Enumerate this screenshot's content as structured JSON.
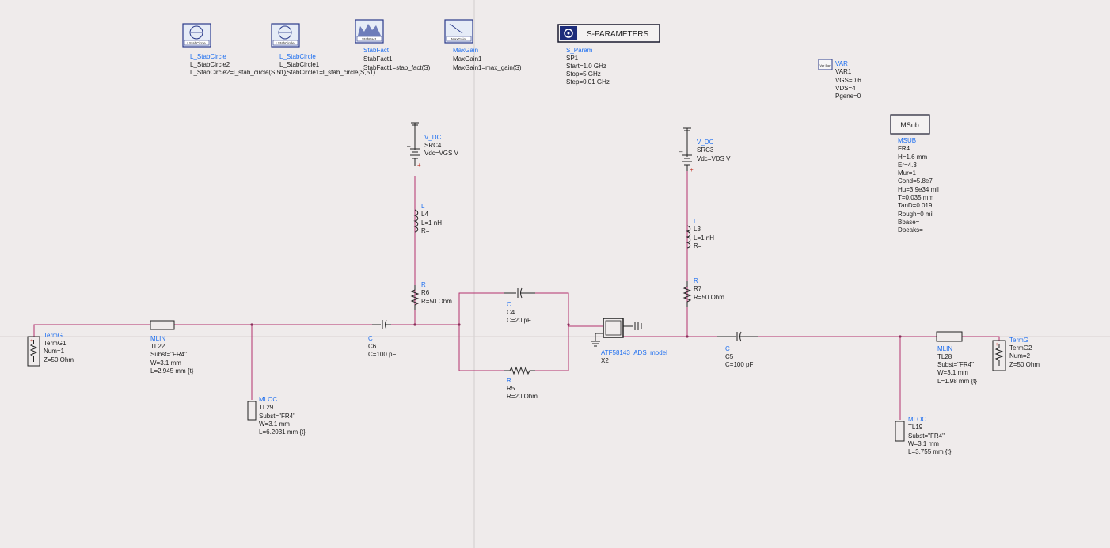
{
  "colors": {
    "background": "#efebeb",
    "wire": "#b3306e",
    "type_text": "#1e6ff0",
    "param_text": "#1a1a1a"
  },
  "blocks": {
    "lstab2": {
      "icon_label": "LStabCircle",
      "type": "L_StabCircle",
      "lines": [
        "L_StabCircle2",
        "L_StabCircle2=l_stab_circle(S,51)"
      ]
    },
    "lstab1": {
      "icon_label": "LStabCircle",
      "type": "L_StabCircle",
      "lines": [
        "L_StabCircle1",
        "L_StabCircle1=l_stab_circle(S,51)"
      ]
    },
    "stabfact": {
      "icon_label": "StabFact",
      "type": "StabFact",
      "lines": [
        "StabFact1",
        "StabFact1=stab_fact(S)"
      ]
    },
    "maxgain": {
      "icon_label": "MaxGain",
      "type": "MaxGain",
      "lines": [
        "MaxGain1",
        "MaxGain1=max_gain(S)"
      ]
    },
    "sparam": {
      "banner": "S-PARAMETERS",
      "type": "S_Param",
      "lines": [
        "SP1",
        "Start=1.0 GHz",
        "Stop=5 GHz",
        "Step=0.01 GHz"
      ]
    },
    "var": {
      "icon_label": "Var Eqn",
      "type": "VAR",
      "lines": [
        "VAR1",
        "VGS=0.6",
        "VDS=4",
        "Pgene=0"
      ]
    },
    "msub": {
      "box_label": "MSub",
      "type": "MSUB",
      "lines": [
        "FR4",
        "H=1.6 mm",
        "Er=4.3",
        "Mur=1",
        "Cond=5.8e7",
        "Hu=3.9e34 mil",
        "T=0.035 mm",
        "TanD=0.019",
        "Rough=0 mil",
        "Bbase=",
        "Dpeaks="
      ]
    }
  },
  "components": {
    "termg1": {
      "type": "TermG",
      "lines": [
        "TermG1",
        "Num=1",
        "Z=50 Ohm"
      ]
    },
    "tl22": {
      "type": "MLIN",
      "lines": [
        "TL22",
        "Subst=\"FR4\"",
        "W=3.1 mm",
        "L=2.945 mm {t}"
      ]
    },
    "tl29": {
      "type": "MLOC",
      "lines": [
        "TL29",
        "Subst=\"FR4\"",
        "W=3.1 mm",
        "L=6.2031 mm {t}"
      ]
    },
    "c6": {
      "type": "C",
      "lines": [
        "C6",
        "C=100 pF"
      ]
    },
    "src4": {
      "type": "V_DC",
      "lines": [
        "SRC4",
        "Vdc=VGS V"
      ]
    },
    "l4": {
      "type": "L",
      "lines": [
        "L4",
        "L=1 nH",
        "R="
      ]
    },
    "r6": {
      "type": "R",
      "lines": [
        "R6",
        "R=50 Ohm"
      ]
    },
    "c4": {
      "type": "C",
      "lines": [
        "C4",
        "C=20 pF"
      ]
    },
    "r5": {
      "type": "R",
      "lines": [
        "R5",
        "R=20 Ohm"
      ]
    },
    "x2": {
      "type": "ATF58143_ADS_model",
      "lines": [
        "X2"
      ]
    },
    "src3": {
      "type": "V_DC",
      "lines": [
        "SRC3",
        "Vdc=VDS V"
      ]
    },
    "l3": {
      "type": "L",
      "lines": [
        "L3",
        "L=1 nH",
        "R="
      ]
    },
    "r7": {
      "type": "R",
      "lines": [
        "R7",
        "R=50 Ohm"
      ]
    },
    "c5": {
      "type": "C",
      "lines": [
        "C5",
        "C=100 pF"
      ]
    },
    "tl28": {
      "type": "MLIN",
      "lines": [
        "TL28",
        "Subst=\"FR4\"",
        "W=3.1 mm",
        "L=1.98 mm {t}"
      ]
    },
    "tl19": {
      "type": "MLOC",
      "lines": [
        "TL19",
        "Subst=\"FR4\"",
        "W=3.1 mm",
        "L=3.755 mm {t}"
      ]
    },
    "termg2": {
      "type": "TermG",
      "lines": [
        "TermG2",
        "Num=2",
        "Z=50 Ohm"
      ]
    }
  }
}
